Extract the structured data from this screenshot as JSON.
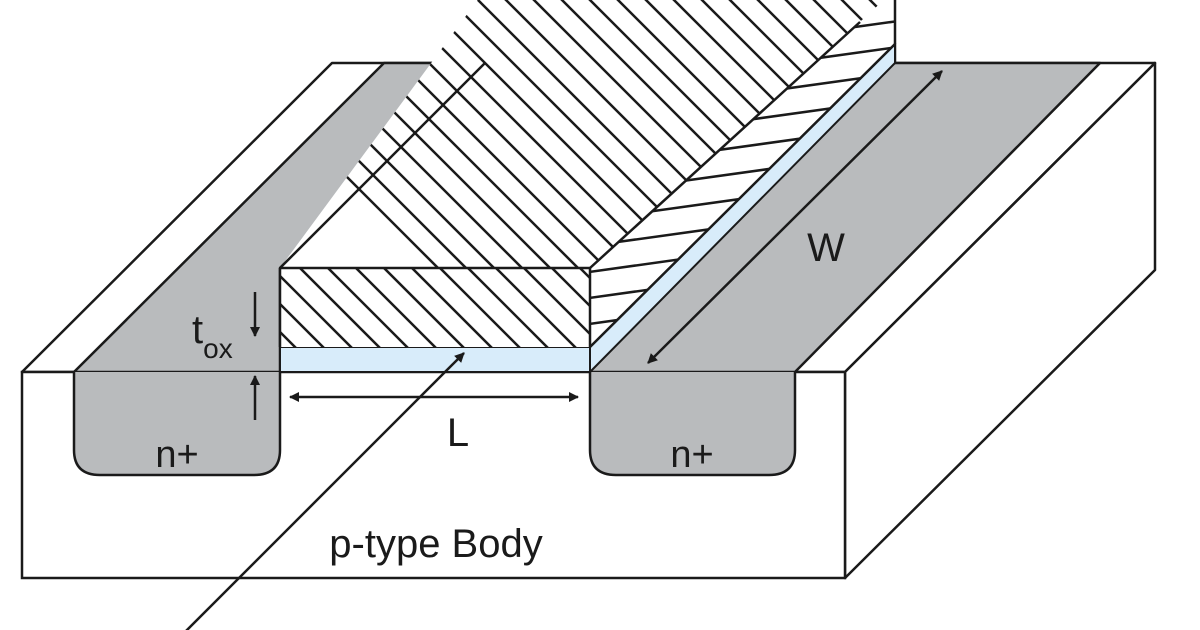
{
  "labels": {
    "source_region": "n+",
    "drain_region": "n+",
    "body": "p-type Body",
    "channel_length": "L",
    "channel_width": "W",
    "oxide_thickness_main": "t",
    "oxide_thickness_sub": "ox"
  },
  "colors": {
    "background": "#ffffff",
    "outline": "#1a1a1a",
    "diffusion": "#b9bbbd",
    "oxide": "#d8ecfa",
    "gate_hatch": "#1a1a1a"
  }
}
